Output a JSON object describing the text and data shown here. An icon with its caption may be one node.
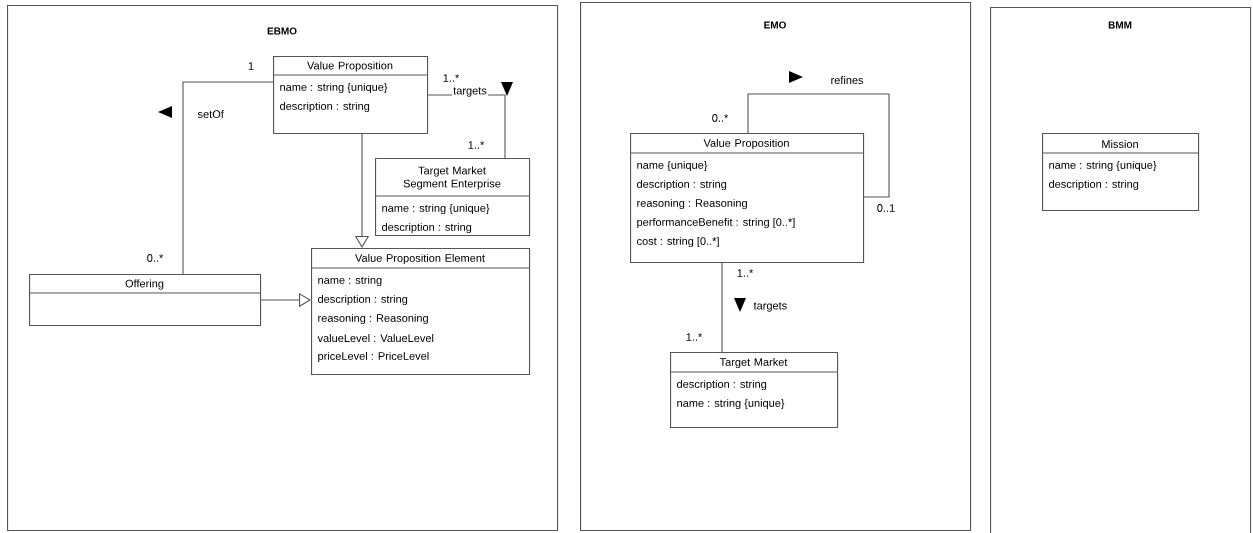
{
  "diagram": {
    "nodes": [
      {
        "text": [
          "EBMO"
        ]
      },
      {
        "text": [
          "Value Proposition",
          "name : string {unique}",
          "description : string"
        ],
        "in": 0
      },
      {
        "text": [
          "Target Market Segment Enterprise",
          "name : string {unique}",
          "description : string"
        ],
        "in": 0
      },
      {
        "text": [
          "Offering"
        ],
        "in": 0
      },
      {
        "text": [
          "Value Proposition Element",
          "name : string",
          "description : string",
          "reasoning : Reasoning",
          "valueLevel : ValueLevel",
          "priceLevel : PriceLevel"
        ],
        "in": 0
      },
      {
        "text": [
          "EMO"
        ]
      },
      {
        "text": [
          "Value Proposition",
          "name {unique}",
          "description : string",
          "reasoning : Reasoning",
          "performanceBenefit : string [0..*]",
          "cost : string [0..*]"
        ],
        "in": 5
      },
      {
        "text": [
          "Target Market",
          "description : string",
          "name : string {unique}"
        ],
        "in": 5
      },
      {
        "text": [
          "BMM"
        ]
      },
      {
        "text": [
          "Mission",
          "name : string {unique}",
          "description : string"
        ],
        "in": 8
      }
    ],
    "edges": [
      {
        "from": 3,
        "to": 1,
        "arrow": "none",
        "label": "setOf"
      },
      {
        "from": 1,
        "to": 2,
        "arrow": "none",
        "label": "targets"
      },
      {
        "from": 1,
        "to": 4,
        "arrow": "to"
      },
      {
        "from": 3,
        "to": 4,
        "arrow": "to"
      },
      {
        "from": 6,
        "to": 6,
        "arrow": "none",
        "label": "refines"
      },
      {
        "from": 6,
        "to": 7,
        "arrow": "none",
        "label": "targets"
      }
    ],
    "labels": [
      "1",
      "1..*",
      "1..*",
      "0..*",
      "0..*",
      "0..1",
      "1..*",
      "1..*"
    ]
  }
}
